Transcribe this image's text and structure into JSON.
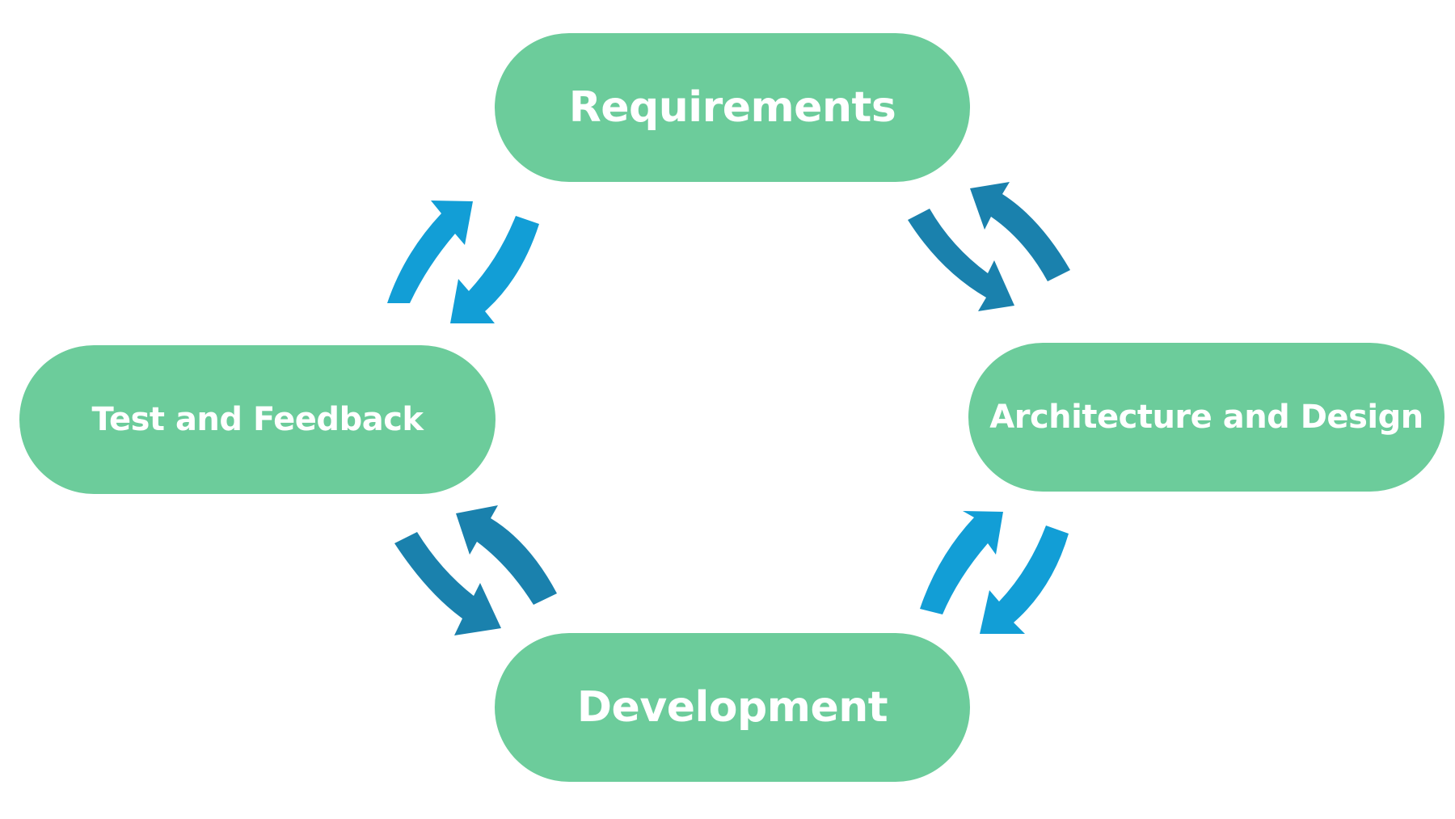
{
  "diagram": {
    "nodes": {
      "requirements": "Requirements",
      "architecture_design": "Architecture and Design",
      "development": "Development",
      "test_feedback": "Test and Feedback"
    },
    "colors": {
      "node_fill": "#6ccc9b",
      "node_text": "#ffffff",
      "arrow_light": "#129ed6",
      "arrow_dark": "#1a81ad",
      "background": "#ffffff"
    },
    "icons": {
      "top_left": "bidirectional-cycle-arrows-icon",
      "top_right": "bidirectional-cycle-arrows-icon",
      "bottom_left": "bidirectional-cycle-arrows-icon",
      "bottom_right": "bidirectional-cycle-arrows-icon"
    }
  }
}
